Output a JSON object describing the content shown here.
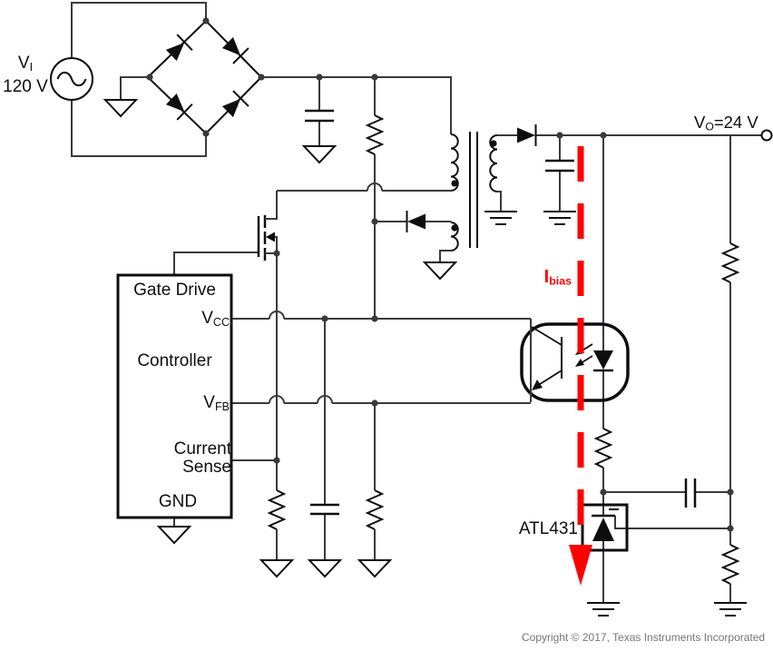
{
  "source": {
    "symbol": "V",
    "symbol_sub": "I",
    "value": "120 V"
  },
  "output": {
    "symbol": "V",
    "symbol_sub": "O",
    "value_suffix": "=24 V"
  },
  "controller": {
    "gate_drive": "Gate Drive",
    "vcc": "V",
    "vcc_sub": "CC",
    "name": "Controller",
    "vfb": "V",
    "vfb_sub": "FB",
    "current_sense_line1": "Current",
    "current_sense_line2": "Sense",
    "gnd": "GND"
  },
  "bias_current": {
    "symbol": "I",
    "symbol_sub": "bias"
  },
  "shunt_regulator": {
    "label": "ATL431"
  },
  "footer": {
    "copyright": "Copyright © 2017, Texas Instruments Incorporated"
  },
  "colors": {
    "wire": "#3a3a3d",
    "component": "#0e0e10",
    "highlight_red": "#ff0000",
    "copyright_gray": "#757578"
  }
}
